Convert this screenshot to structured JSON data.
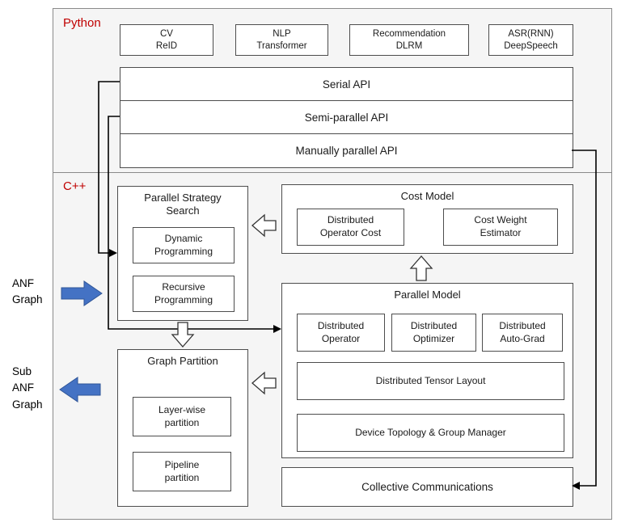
{
  "labels": {
    "python": "Python",
    "cpp": "C++",
    "anf": "ANF\nGraph",
    "sub_anf": "Sub\nANF\nGraph"
  },
  "apps": [
    {
      "label": "CV\nReID"
    },
    {
      "label": "NLP\nTransformer"
    },
    {
      "label": "Recommendation\nDLRM"
    },
    {
      "label": "ASR(RNN)\nDeepSpeech"
    }
  ],
  "apis": [
    {
      "label": "Serial API"
    },
    {
      "label": "Semi-parallel API"
    },
    {
      "label": "Manually parallel API"
    }
  ],
  "strategy_search": {
    "title": "Parallel Strategy\nSearch",
    "items": [
      {
        "label": "Dynamic\nProgramming"
      },
      {
        "label": "Recursive\nProgramming"
      }
    ]
  },
  "cost_model": {
    "title": "Cost Model",
    "items": [
      {
        "label": "Distributed\nOperator Cost"
      },
      {
        "label": "Cost Weight\nEstimator"
      }
    ]
  },
  "parallel_model": {
    "title": "Parallel Model",
    "items": [
      {
        "label": "Distributed\nOperator"
      },
      {
        "label": "Distributed\nOptimizer"
      },
      {
        "label": "Distributed\nAuto-Grad"
      }
    ],
    "wide": [
      {
        "label": "Distributed Tensor Layout"
      },
      {
        "label": "Device Topology & Group Manager"
      }
    ]
  },
  "graph_partition": {
    "title": "Graph Partition",
    "items": [
      {
        "label": "Layer-wise\npartition"
      },
      {
        "label": "Pipeline\npartition"
      }
    ]
  },
  "collective": {
    "label": "Collective Communications"
  },
  "colors": {
    "accent_red": "#C00000",
    "arrow_blue": "#4472C4"
  }
}
